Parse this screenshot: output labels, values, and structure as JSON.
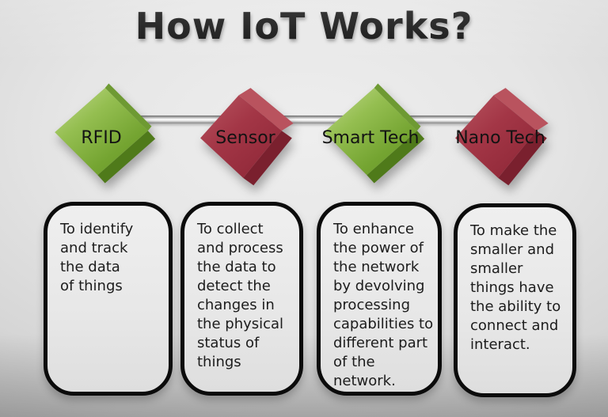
{
  "title": "How IoT Works?",
  "nodes": [
    {
      "label": "RFID",
      "cube_color": "green",
      "description": "To identify\nand track\nthe data\nof things"
    },
    {
      "label": "Sensor",
      "cube_color": "red",
      "description": "To collect\nand process\nthe data to\ndetect the\nchanges in\nthe physical\nstatus of\nthings"
    },
    {
      "label": "Smart Tech",
      "cube_color": "green",
      "description": "To enhance\nthe power of\nthe network\nby devolving\nprocessing\ncapabilities to\ndifferent part\nof the\nnetwork."
    },
    {
      "label": "Nano Tech",
      "cube_color": "red",
      "description": "To make the\nsmaller and\nsmaller\nthings have\nthe ability to\nconnect and\ninteract."
    }
  ],
  "colors": {
    "green_cube": "#77a533",
    "green_cube_top": "#6e9a33",
    "green_cube_dark": "#4f7a1a",
    "green_cube_light": "#c1da8c",
    "red_cube": "#a33646",
    "red_cube_light": "#b9535e",
    "red_cube_dark": "#7a202e",
    "rod": "#c8c8c8",
    "box_border": "#0b0b0b",
    "background": "#dedede",
    "text": "#1c1c1c"
  }
}
